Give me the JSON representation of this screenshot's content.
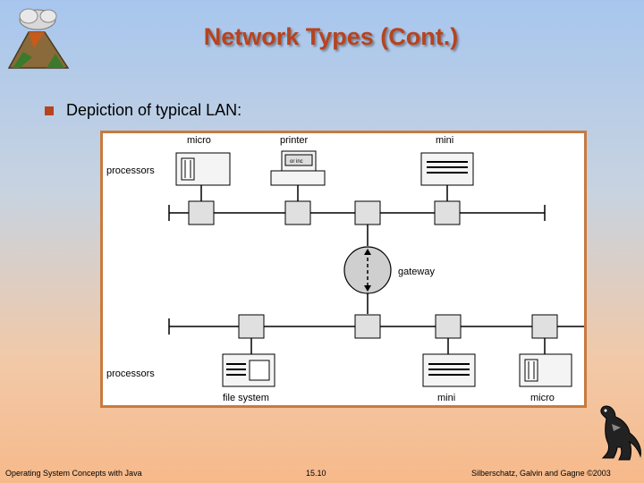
{
  "slide": {
    "title": "Network Types (Cont.)",
    "bullet": "Depiction of typical LAN:"
  },
  "diagram": {
    "labels": {
      "micro_top": "micro",
      "printer": "printer",
      "mini_top": "mini",
      "processors_top": "processors",
      "printer_plate": "or inc",
      "gateway": "gateway",
      "processors_bottom": "processors",
      "file_system": "file system",
      "mini_bottom": "mini",
      "micro_bottom": "micro"
    }
  },
  "footer": {
    "left": "Operating System Concepts with Java",
    "center": "15.10",
    "right": "Silberschatz, Galvin and Gagne ©2003"
  },
  "colors": {
    "title": "#b8431d",
    "panel_border": "#c87a3e"
  }
}
